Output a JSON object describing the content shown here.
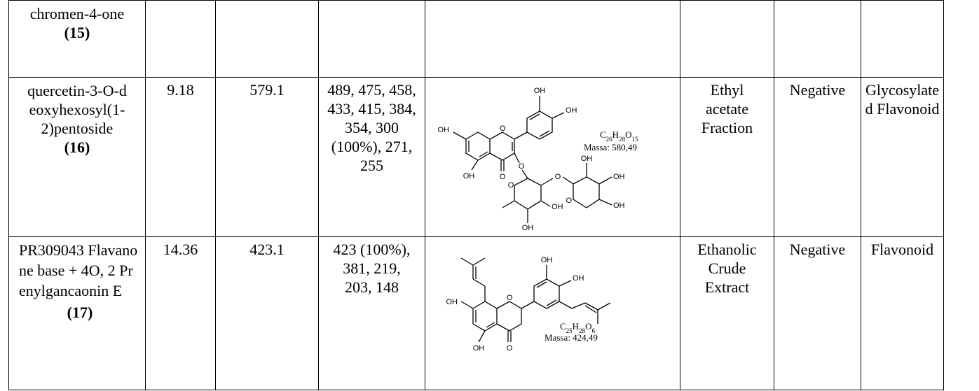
{
  "rows": [
    {
      "compound": "chromen-4-one",
      "number": "(15)",
      "rt": "",
      "mz": "",
      "fragments": "",
      "fraction": "",
      "mode": "",
      "class": ""
    },
    {
      "compound": "quercetin-3-O-deoxyhexosyl(1-2)pentoside",
      "number": "(16)",
      "rt": "9.18",
      "mz": "579.1",
      "fragments": "489, 475, 458, 433, 415, 384, 354, 300 (100%), 271, 255",
      "formula": "C26H28O15",
      "mass": "Massa: 580,49",
      "fraction": "Ethyl acetate Fraction",
      "mode": "Negative",
      "class": "Glycosylated Flavonoid"
    },
    {
      "compound": "PR309043 Flavanone base + 4O, 2 Prenylgancaonin E",
      "number": "(17)",
      "rt": "14.36",
      "mz": "423.1",
      "fragments": "423 (100%), 381, 219, 203, 148",
      "formula": "C25H28O6",
      "mass": "Massa: 424,49",
      "fraction": "Ethanolic Crude Extract",
      "mode": "Negative",
      "class": "Flavonoid"
    }
  ],
  "atom_label": "OH",
  "ring_oxygen": "O",
  "formula_parts": {
    "r16": {
      "C": "C",
      "c": "26",
      "H": "H",
      "h": "28",
      "O": "O",
      "o": "15"
    },
    "r17": {
      "C": "C",
      "c": "25",
      "H": "H",
      "h": "28",
      "O": "O",
      "o": "6"
    }
  }
}
